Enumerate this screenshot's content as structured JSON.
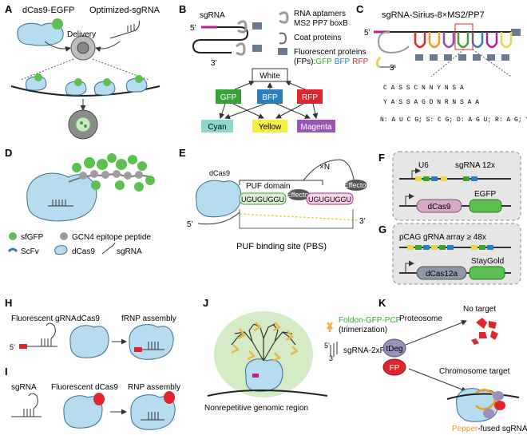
{
  "panels": {
    "A": {
      "label": "A",
      "dcas9": "dCas9-EGFP",
      "sgrna": "Optimized-sgRNA",
      "delivery": "Delivery"
    },
    "B": {
      "label": "B",
      "sgrna": "sgRNA",
      "five": "5’",
      "three": "3’",
      "aptamers": "RNA aptamers",
      "aptamers2": "MS2 PP7 boxB",
      "coat": "Coat proteins",
      "fp": "Fluorescent proteins",
      "fp_prefix": "(FPs):",
      "fp_gfp": "GFP",
      "fp_bfp": "BFP",
      "fp_rfp": "RFP",
      "white": "White",
      "gfp": "GFP",
      "bfp": "BFP",
      "rfp": "RFP",
      "cyan": "Cyan",
      "yellow": "Yellow",
      "magenta": "Magenta"
    },
    "C": {
      "label": "C",
      "title": "sgRNA-Sirius-8×MS2/PP7",
      "five": "5’",
      "three": "3’",
      "seq1": "C  A  S S     C N N Y N S         A",
      "seq2": "Y  A S S A G D N R N S A        A",
      "legend": "N: A U C G; S: C G; D: A G U; R: A G; Y: C U"
    },
    "D": {
      "label": "D",
      "sfgfp": "sfGFP",
      "gcn4": "GCN4 epitope peptide",
      "scfv": "ScFv",
      "dcas9": "dCas9",
      "sgrna": "sgRNA"
    },
    "E": {
      "label": "E",
      "dcas9": "dCas9",
      "puf": "PUF domain",
      "xn": "×N",
      "effector": "Effector",
      "seq": "UGUGUGGU",
      "five": "5’",
      "three": "3’",
      "pbs": "PUF binding site (PBS)"
    },
    "F": {
      "label": "F",
      "u6": "U6",
      "sgrna12": "sgRNA 12x",
      "dcas9": "dCas9",
      "egfp": "EGFP"
    },
    "G": {
      "label": "G",
      "pcag": "pCAG gRNA array ≥ 48x",
      "dcas12a": "dCas12a",
      "staygold": "StayGold"
    },
    "H": {
      "label": "H",
      "fgrna": "Fluorescent gRNA",
      "dcas9": "dCas9",
      "frnp": "fRNP assembly",
      "five": "5’"
    },
    "I": {
      "label": "I",
      "sgrna": "sgRNA",
      "fdcas9": "Fluorescent dCas9",
      "rnp": "RNP assembly"
    },
    "J": {
      "label": "J",
      "foldon": "Foldon-GFP-PCP",
      "trimer": "(trimerization)",
      "sgrna2": "sgRNA-2xPP7",
      "five": "5’",
      "three": "3’",
      "region": "Nonrepetitive genomic region"
    },
    "K": {
      "label": "K",
      "proteosome": "Proteosome",
      "notarget": "No target",
      "tdeg": "tDeg",
      "fp": "FP",
      "chrom": "Chromosome target",
      "pepper": "Pepper",
      "fused": "-fused sgRNA"
    }
  },
  "colors": {
    "cas_fill": "#b6dcef",
    "cas_stroke": "#3a6f8f",
    "green": "#5cbf4f",
    "gfp_box": "#3aa235",
    "bfp_box": "#2a7fbf",
    "rfp_box": "#e0262c",
    "cyan_box": "#8fd6cf",
    "yellow_box": "#f7ee44",
    "magenta_box": "#9a56b4",
    "red": "#e0262c",
    "pepper": "#f39a1e",
    "grey_box": "#e6e6e6"
  }
}
